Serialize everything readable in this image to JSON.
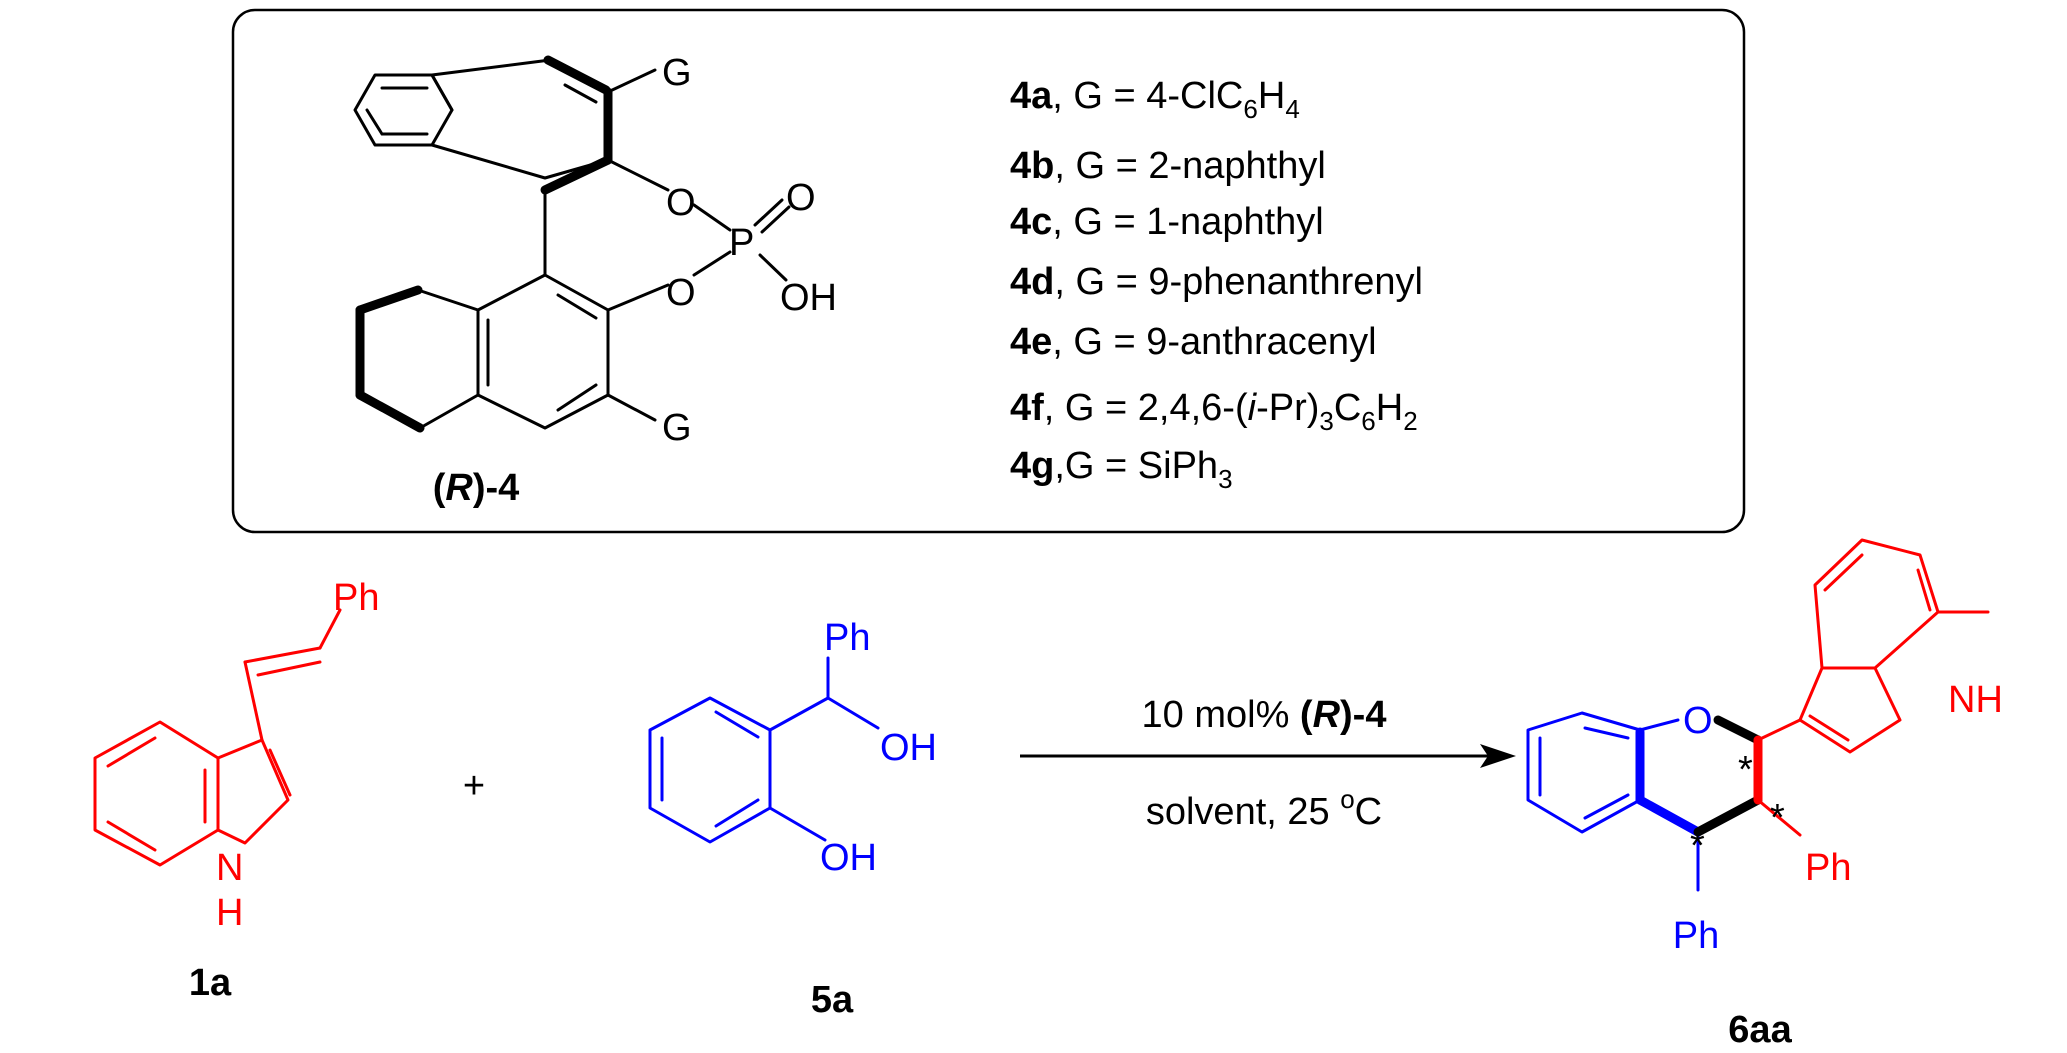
{
  "catalyst": {
    "label_prefix": "(",
    "label_R": "R",
    "label_suffix": ")-4",
    "group": "G",
    "atom_O": "O",
    "atom_P": "P",
    "atom_OH": "OH",
    "variants": [
      {
        "id": "4a",
        "desc_main": ", G = 4-ClC",
        "sub1": "6",
        "mid": "H",
        "sub2": "4"
      },
      {
        "id": "4b",
        "desc": ", G = 2-naphthyl"
      },
      {
        "id": "4c",
        "desc": ", G = 1-naphthyl"
      },
      {
        "id": "4d",
        "desc": ", G = 9-phenanthrenyl"
      },
      {
        "id": "4e",
        "desc": ", G = 9-anthracenyl"
      },
      {
        "id": "4f",
        "desc_a": ", G = 2,4,6-(",
        "desc_i": "i",
        "desc_b": "-Pr)",
        "sub1": "3",
        "desc_c": "C",
        "sub2": "6",
        "desc_d": "H",
        "sub3": "2"
      },
      {
        "id": "4g",
        "desc_main": ",G = SiPh",
        "sub1": "3"
      }
    ]
  },
  "reaction": {
    "reactant1": {
      "id": "1a",
      "ph": "Ph",
      "nh_n": "N",
      "nh_h": "H"
    },
    "plus": "+",
    "reactant2": {
      "id": "5a",
      "ph": "Ph",
      "oh1": "OH",
      "oh2": "OH"
    },
    "conditions_above_pre": "10 mol% ",
    "conditions_above_cat1": "(",
    "conditions_above_cat_R": "R",
    "conditions_above_cat2": ")-4",
    "conditions_below_pre": "solvent, 25 ",
    "conditions_below_sup": "o",
    "conditions_below_post": "C",
    "product": {
      "id": "6aa",
      "o": "O",
      "nh": "NH",
      "ph1": "Ph",
      "ph2": "Ph",
      "star": "*"
    }
  },
  "colors": {
    "red": "#ff0000",
    "blue": "#0000ff",
    "black": "#000000"
  }
}
